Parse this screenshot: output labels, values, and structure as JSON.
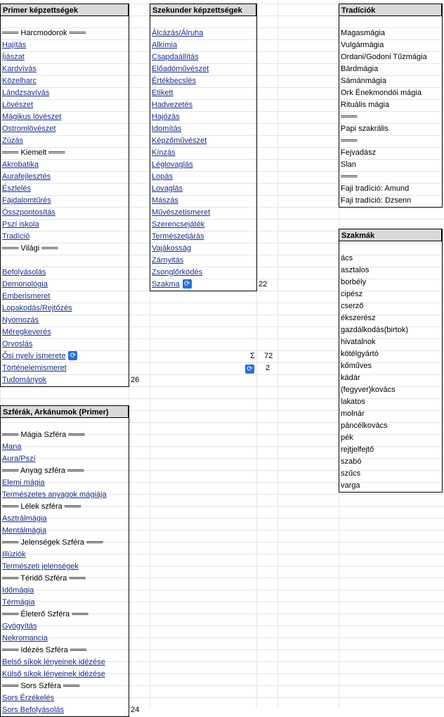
{
  "primer": {
    "header": "Primer képzettségek",
    "items": [
      {
        "t": "",
        "k": "blank"
      },
      {
        "t": "═══ Harcmodorok ═══",
        "k": "sep"
      },
      {
        "t": "Hajítás",
        "k": "link"
      },
      {
        "t": "Íjászat",
        "k": "link"
      },
      {
        "t": "Kardvívás",
        "k": "link"
      },
      {
        "t": "Közelharc",
        "k": "link"
      },
      {
        "t": "Lándzsavívás",
        "k": "link"
      },
      {
        "t": "Lövészet",
        "k": "link"
      },
      {
        "t": "Mágikus lövészet",
        "k": "link"
      },
      {
        "t": "Ostromlövészet",
        "k": "link"
      },
      {
        "t": "Zúzás",
        "k": "link"
      },
      {
        "t": "═══ Kiemelt ═══",
        "k": "sep"
      },
      {
        "t": "Akrobatika",
        "k": "link"
      },
      {
        "t": "Aurafejlesztés",
        "k": "link"
      },
      {
        "t": "Észlelés",
        "k": "link"
      },
      {
        "t": "Fájdalomtűrés",
        "k": "link"
      },
      {
        "t": "Összpontosítás",
        "k": "link"
      },
      {
        "t": "Pszí iskola",
        "k": "link"
      },
      {
        "t": "Tradíció",
        "k": "link"
      },
      {
        "t": "═══ Világi ═══",
        "k": "sep"
      },
      {
        "t": "",
        "k": "blank"
      },
      {
        "t": "Befolyásolás",
        "k": "link"
      },
      {
        "t": "Demonológia",
        "k": "link"
      },
      {
        "t": "Emberismeret",
        "k": "link"
      },
      {
        "t": "Lopakodás/Rejtőzés",
        "k": "link"
      },
      {
        "t": "Nyomozás",
        "k": "link"
      },
      {
        "t": "Méregkeverés",
        "k": "link"
      },
      {
        "t": "Orvoslás",
        "k": "link"
      },
      {
        "t": "Ősi nyelv ismerete",
        "k": "link",
        "btn": true
      },
      {
        "t": "Történelemismeret",
        "k": "link"
      },
      {
        "t": "Tudományok",
        "k": "link"
      }
    ],
    "total": "26"
  },
  "szekunder": {
    "header": "Szekunder képzettségek",
    "items": [
      {
        "t": "",
        "k": "blank"
      },
      {
        "t": "Álcázás/Álruha",
        "k": "link"
      },
      {
        "t": "Alkímia",
        "k": "link"
      },
      {
        "t": "Csapdaállítás",
        "k": "link"
      },
      {
        "t": "Előadóművészet",
        "k": "link"
      },
      {
        "t": "Értékbecslés",
        "k": "link"
      },
      {
        "t": "Etikett",
        "k": "link"
      },
      {
        "t": "Hadvezetés",
        "k": "link"
      },
      {
        "t": "Hajózás",
        "k": "link"
      },
      {
        "t": "Idomítás",
        "k": "link"
      },
      {
        "t": "Képzőművészet",
        "k": "link"
      },
      {
        "t": "Kínzás",
        "k": "link"
      },
      {
        "t": "Léglovaglás",
        "k": "link"
      },
      {
        "t": "Lopás",
        "k": "link"
      },
      {
        "t": "Lovaglás",
        "k": "link"
      },
      {
        "t": "Mászás",
        "k": "link"
      },
      {
        "t": "Művészetismeret",
        "k": "link"
      },
      {
        "t": "Szerencsejáték",
        "k": "link"
      },
      {
        "t": "Természetjárás",
        "k": "link"
      },
      {
        "t": "Vajákosság",
        "k": "link"
      },
      {
        "t": "Zárnyitás",
        "k": "link"
      },
      {
        "t": "Zsonglőrködés",
        "k": "link"
      },
      {
        "t": "Szakma",
        "k": "link",
        "btn": true
      }
    ],
    "total": "22"
  },
  "summary": {
    "sigma": "Σ",
    "sum_value": "72",
    "extra_value": "2"
  },
  "tradiciok": {
    "header": "Tradíciók",
    "items": [
      {
        "t": "",
        "k": "blank"
      },
      {
        "t": "Magasmágia",
        "k": "plain"
      },
      {
        "t": "Vulgármágia",
        "k": "plain"
      },
      {
        "t": "Ordani/Godoni Tűzmágia",
        "k": "plain"
      },
      {
        "t": "Bárdmágia",
        "k": "plain"
      },
      {
        "t": "Sámánmágia",
        "k": "plain"
      },
      {
        "t": "Ork Énekmondói mágia",
        "k": "plain"
      },
      {
        "t": "Rituális mágia",
        "k": "plain"
      },
      {
        "t": "═══",
        "k": "sep"
      },
      {
        "t": "Papi szakrális",
        "k": "plain"
      },
      {
        "t": "═══",
        "k": "sep"
      },
      {
        "t": "Fejvadász",
        "k": "plain"
      },
      {
        "t": "Slan",
        "k": "plain"
      },
      {
        "t": "═══",
        "k": "sep"
      },
      {
        "t": "Faji tradíció: Amund",
        "k": "plain"
      },
      {
        "t": "Faji tradíció: Dzsenn",
        "k": "plain"
      }
    ]
  },
  "szakmak": {
    "header": "Szakmák",
    "items": [
      {
        "t": "",
        "k": "blank"
      },
      {
        "t": "ács",
        "k": "plain"
      },
      {
        "t": "asztalos",
        "k": "plain"
      },
      {
        "t": "borbély",
        "k": "plain"
      },
      {
        "t": "cipész",
        "k": "plain"
      },
      {
        "t": "cserző",
        "k": "plain"
      },
      {
        "t": "ékszerész",
        "k": "plain"
      },
      {
        "t": "gazdálkodás(birtok)",
        "k": "plain"
      },
      {
        "t": "hivatalnok",
        "k": "plain"
      },
      {
        "t": "kötélgyártó",
        "k": "plain"
      },
      {
        "t": "kőműves",
        "k": "plain"
      },
      {
        "t": "kádár",
        "k": "plain"
      },
      {
        "t": "(fegyver)kovács",
        "k": "plain"
      },
      {
        "t": "lakatos",
        "k": "plain"
      },
      {
        "t": "molnár",
        "k": "plain"
      },
      {
        "t": "páncélkovács",
        "k": "plain"
      },
      {
        "t": "pék",
        "k": "plain"
      },
      {
        "t": "rejtjelfejtő",
        "k": "plain"
      },
      {
        "t": "szabó",
        "k": "plain"
      },
      {
        "t": "szűcs",
        "k": "plain"
      },
      {
        "t": "varga",
        "k": "plain"
      }
    ]
  },
  "szferak": {
    "header": "Szférák, Arkánumok (Primer)",
    "items": [
      {
        "t": "",
        "k": "blank"
      },
      {
        "t": "═══ Mágia Szféra ═══",
        "k": "sep"
      },
      {
        "t": "Mana",
        "k": "link"
      },
      {
        "t": "Aura/Pszí",
        "k": "link"
      },
      {
        "t": "═══ Anyag szféra ═══",
        "k": "sep"
      },
      {
        "t": "Elemi mágia",
        "k": "link"
      },
      {
        "t": "Természetes anyagok mágiája",
        "k": "link"
      },
      {
        "t": "═══ Lélek szféra ═══",
        "k": "sep"
      },
      {
        "t": "Asztrálmágia",
        "k": "link"
      },
      {
        "t": "Mentálmágia",
        "k": "link"
      },
      {
        "t": "═══ Jelenségek Szféra ═══",
        "k": "sep"
      },
      {
        "t": "Illúziók",
        "k": "link"
      },
      {
        "t": "Természeti jelenségek",
        "k": "link"
      },
      {
        "t": "═══ Téridő Szféra ═══",
        "k": "sep"
      },
      {
        "t": "Időmágia",
        "k": "link"
      },
      {
        "t": "Térmágia",
        "k": "link"
      },
      {
        "t": "═══ Életerő Szféra ═══",
        "k": "sep"
      },
      {
        "t": "Gyógyítás",
        "k": "link"
      },
      {
        "t": "Nekromancia",
        "k": "link"
      },
      {
        "t": "═══ Idézés Szféra ═══",
        "k": "sep"
      },
      {
        "t": "Belső síkok lényeinek idézése",
        "k": "link"
      },
      {
        "t": "Külső síkok lényeinek idézése",
        "k": "link"
      },
      {
        "t": "═══ Sors Szféra ═══",
        "k": "sep"
      },
      {
        "t": "Sors Érzékelés",
        "k": "link"
      },
      {
        "t": "Sors Befolyásolás",
        "k": "link"
      }
    ],
    "total": "24"
  },
  "icons": {
    "refresh": "refresh-icon"
  },
  "colors": {
    "link": "#1a2f8a",
    "header_bg": "#d9d9d9",
    "button": "#2a6fd6"
  }
}
